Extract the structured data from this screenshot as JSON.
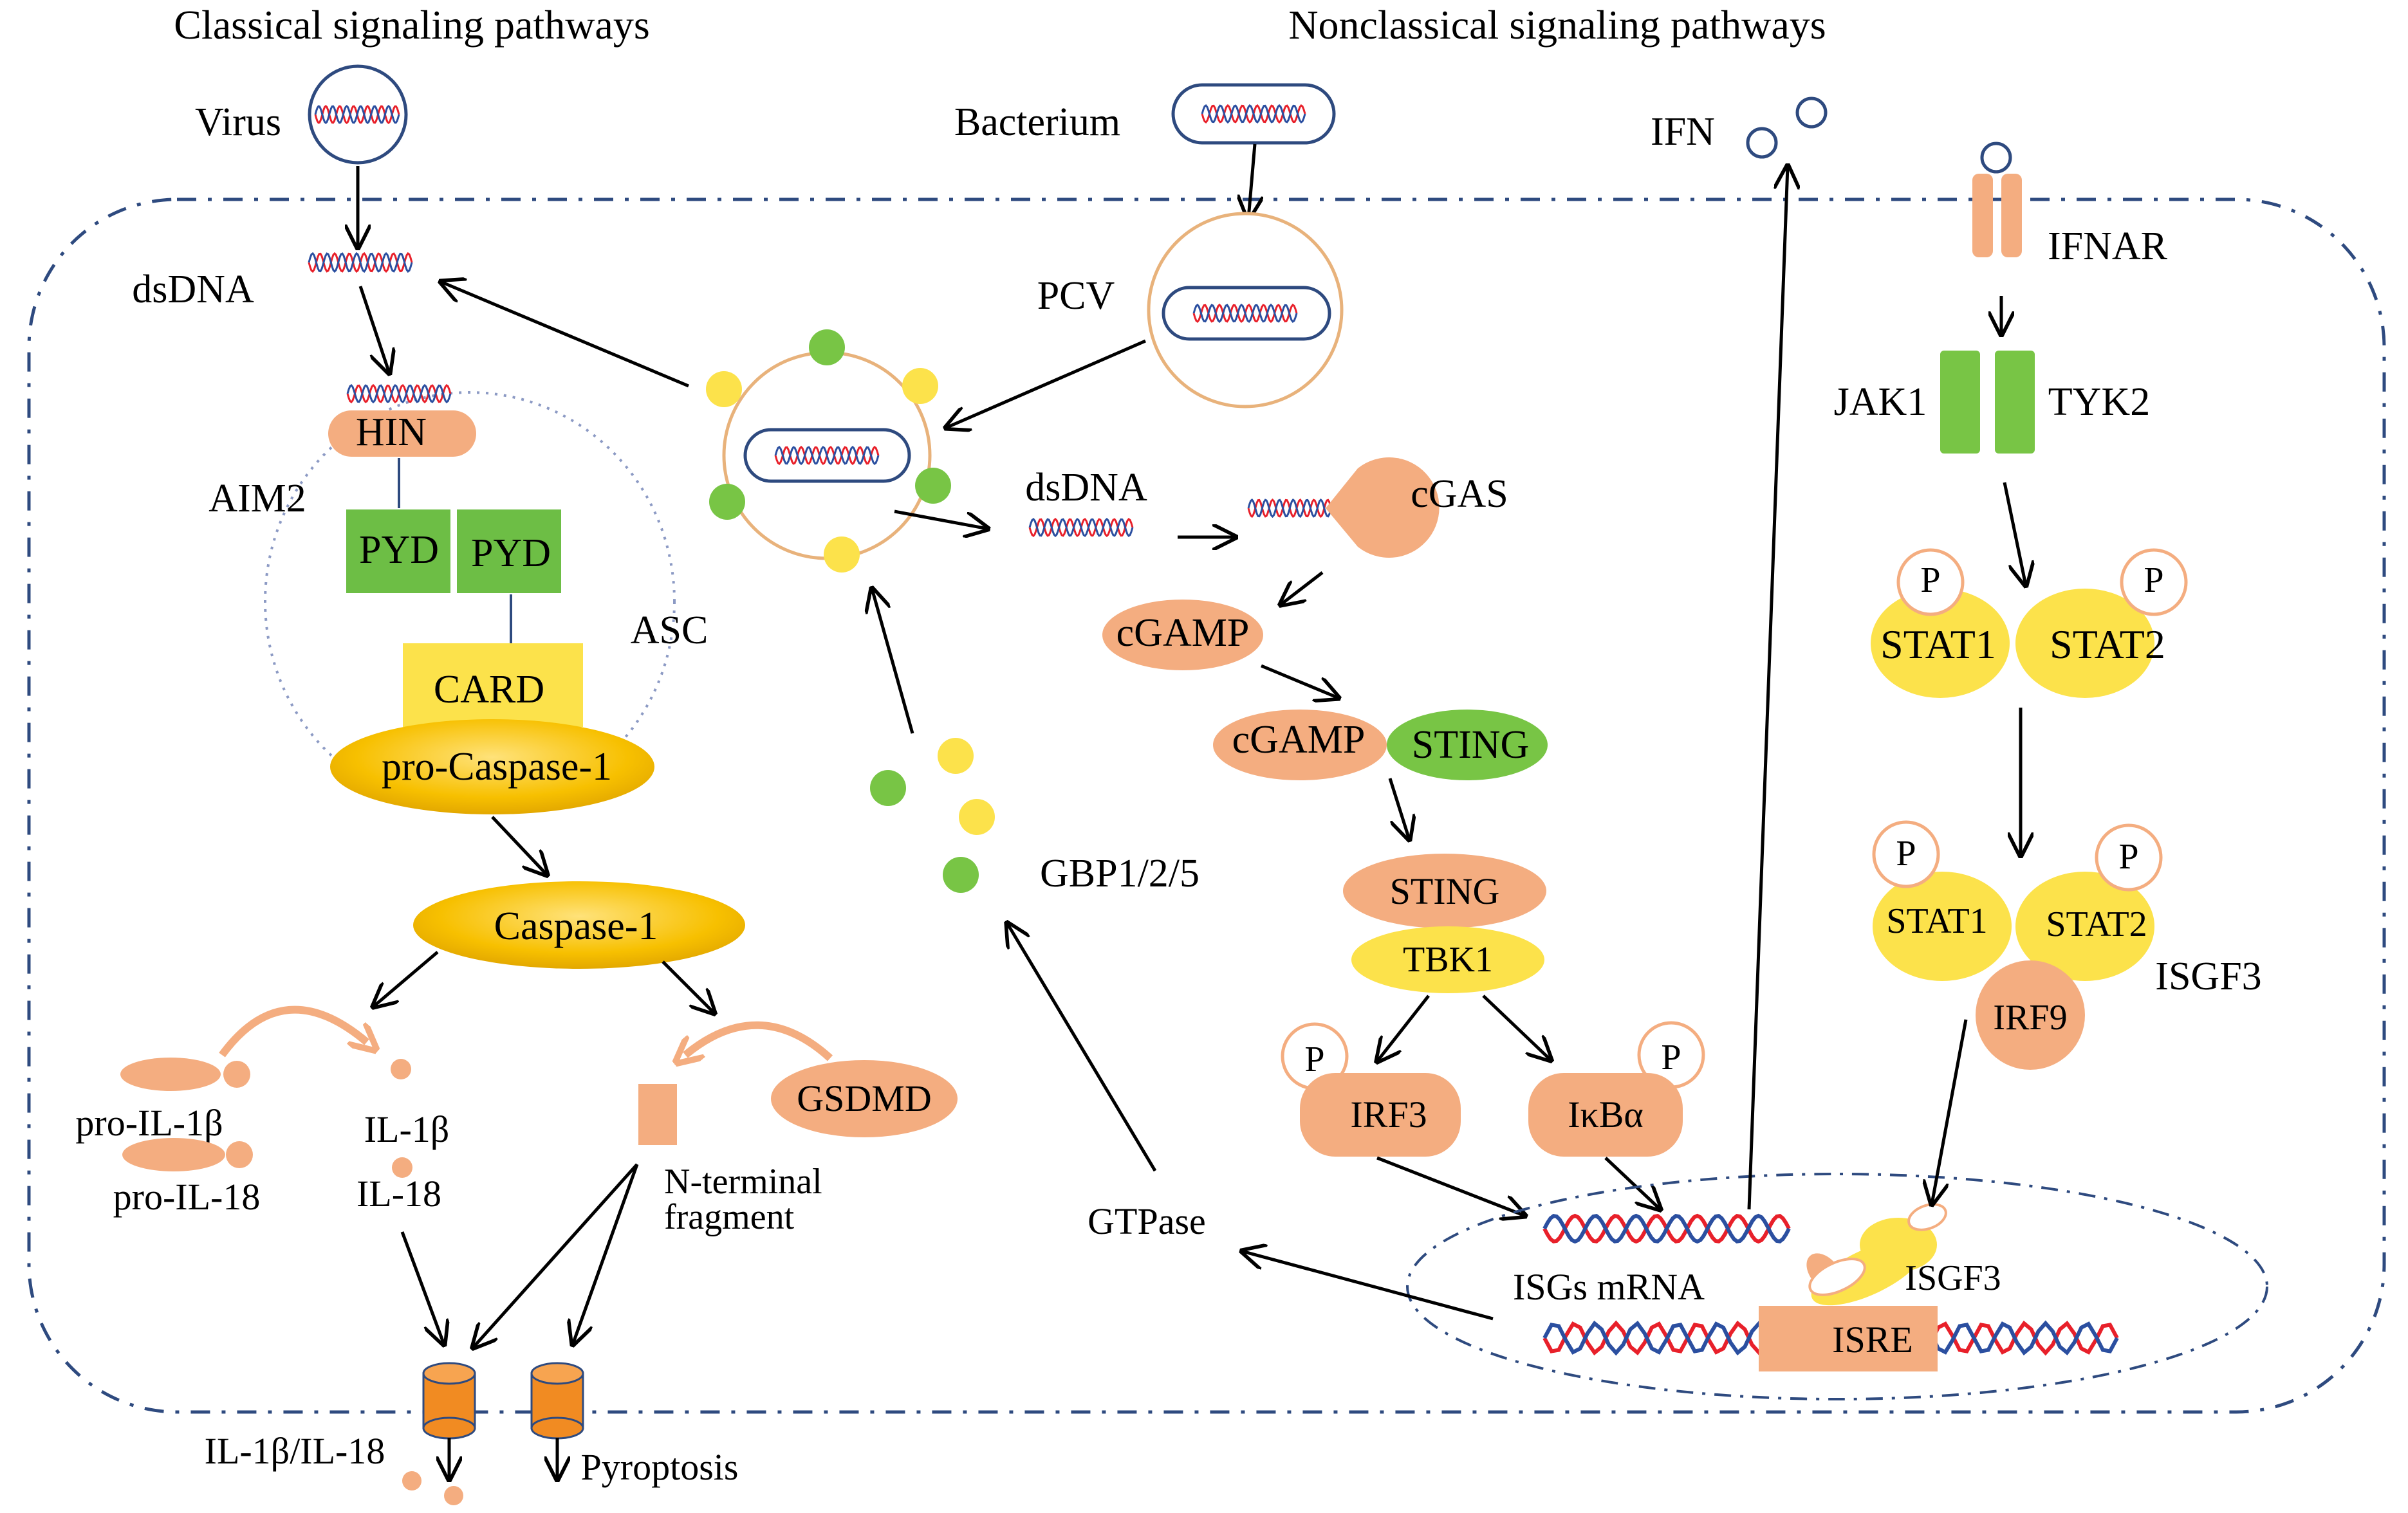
{
  "titles": {
    "classical": "Classical signaling pathways",
    "nonclassical": "Nonclassical signaling pathways"
  },
  "labels": {
    "virus": "Virus",
    "bacterium": "Bacterium",
    "ifn": "IFN",
    "dsdna_left": "dsDNA",
    "hin": "HIN",
    "aim2": "AIM2",
    "pyd1": "PYD",
    "pyd2": "PYD",
    "asc": "ASC",
    "card": "CARD",
    "pro_caspase1": "pro-Caspase-1",
    "caspase1": "Caspase-1",
    "pro_il1b": "pro-IL-1β",
    "pro_il18": "pro-IL-18",
    "il1b": "IL-1β",
    "il18": "IL-18",
    "gsdmd": "GSDMD",
    "nterm1": "N-terminal",
    "nterm2": "fragment",
    "il1b_il18": "IL-1β/IL-18",
    "pyroptosis": "Pyroptosis",
    "pcv": "PCV",
    "dsdna_mid": "dsDNA",
    "cgas": "cGAS",
    "cgamp": "cGAMP",
    "cgamp2": "cGAMP",
    "sting": "STING",
    "sting2": "STING",
    "tbk1": "TBK1",
    "p": "P",
    "irf3": "IRF3",
    "ikba": "IκBα",
    "gbp": "GBP1/2/5",
    "gtpase": "GTPase",
    "isgs_mrna": "ISGs mRNA",
    "isre": "ISRE",
    "isgf3_nuc": "ISGF3",
    "ifnar": "IFNAR",
    "jak1": "JAK1",
    "tyk2": "TYK2",
    "stat1": "STAT1",
    "stat2": "STAT2",
    "stat1b": "STAT1",
    "stat2b": "STAT2",
    "irf9": "IRF9",
    "isgf3": "ISGF3"
  },
  "colors": {
    "salmon": "#F6B48D",
    "green": "#78C545",
    "pyd_green": "#6DBE45",
    "yellow": "#FCE24B",
    "gold": "#F8C000",
    "orange_cyl": "#F18B22",
    "membrane": "#2E4A7F",
    "dna_red": "#E8202A",
    "dna_blue": "#2B4FA0",
    "vesicle": "#E8B27B"
  }
}
